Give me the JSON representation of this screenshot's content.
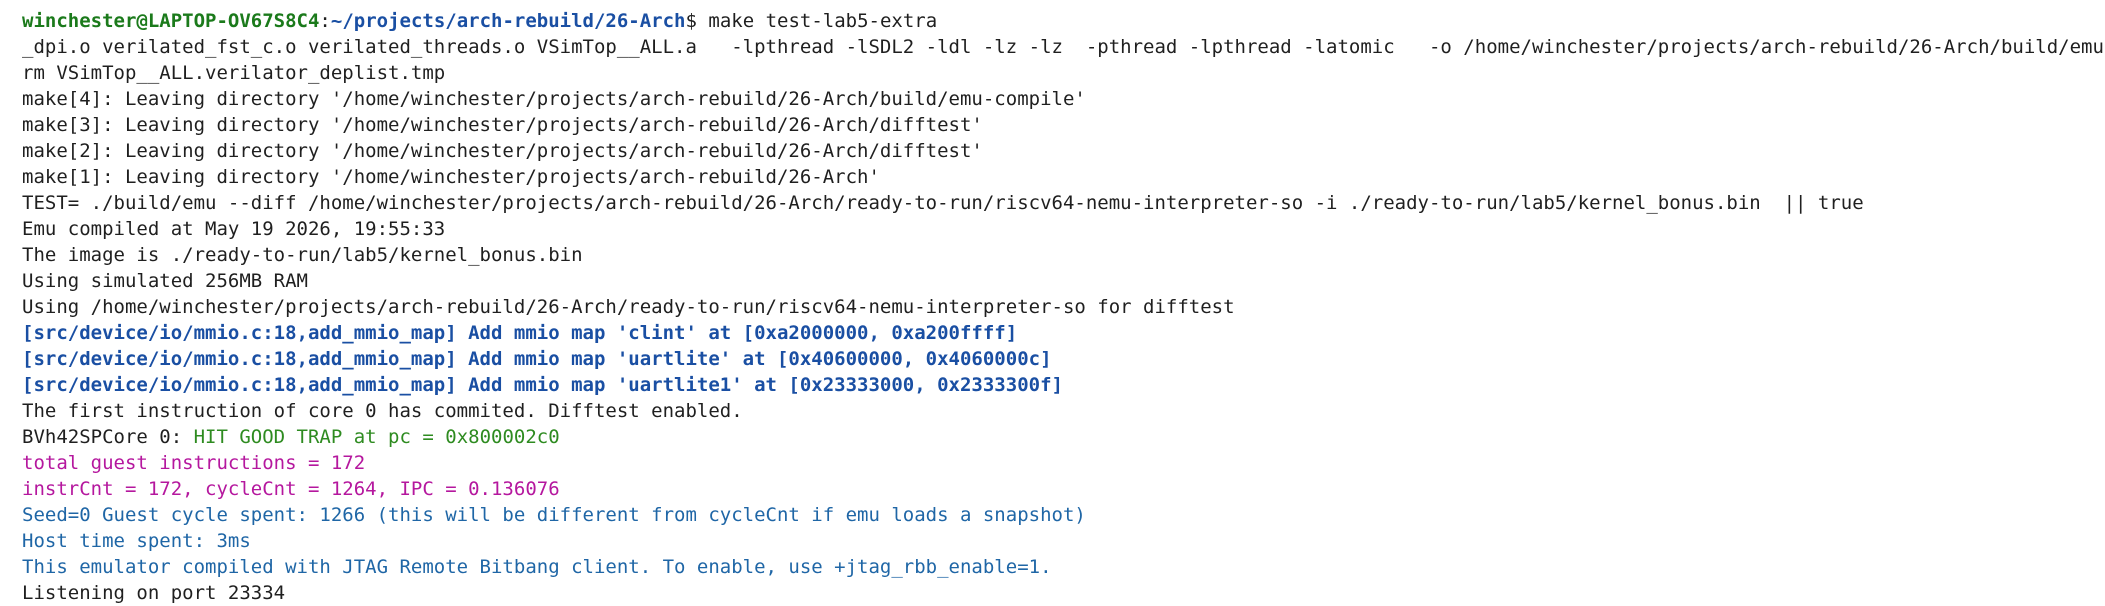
{
  "prompt": {
    "user_host": "winchester@LAPTOP-OV67S8C4",
    "separator": ":",
    "path": "~/projects/arch-rebuild/26-Arch",
    "symbol": "$",
    "command": " make test-lab5-extra"
  },
  "lines": [
    "_dpi.o verilated_fst_c.o verilated_threads.o VSimTop__ALL.a   -lpthread -lSDL2 -ldl -lz -lz  -pthread -lpthread -latomic   -o /home/winchester/projects/arch-rebuild/26-Arch/build/emu",
    "rm VSimTop__ALL.verilator_deplist.tmp",
    "make[4]: Leaving directory '/home/winchester/projects/arch-rebuild/26-Arch/build/emu-compile'",
    "make[3]: Leaving directory '/home/winchester/projects/arch-rebuild/26-Arch/difftest'",
    "make[2]: Leaving directory '/home/winchester/projects/arch-rebuild/26-Arch/difftest'",
    "make[1]: Leaving directory '/home/winchester/projects/arch-rebuild/26-Arch'",
    "TEST= ./build/emu --diff /home/winchester/projects/arch-rebuild/26-Arch/ready-to-run/riscv64-nemu-interpreter-so -i ./ready-to-run/lab5/kernel_bonus.bin  || true",
    "Emu compiled at May 19 2026, 19:55:33",
    "The image is ./ready-to-run/lab5/kernel_bonus.bin",
    "Using simulated 256MB RAM",
    "Using /home/winchester/projects/arch-rebuild/26-Arch/ready-to-run/riscv64-nemu-interpreter-so for difftest"
  ],
  "mmio_lines": [
    "[src/device/io/mmio.c:18,add_mmio_map] Add mmio map 'clint' at [0xa2000000, 0xa200ffff]",
    "[src/device/io/mmio.c:18,add_mmio_map] Add mmio map 'uartlite' at [0x40600000, 0x4060000c]",
    "[src/device/io/mmio.c:18,add_mmio_map] Add mmio map 'uartlite1' at [0x23333000, 0x2333300f]"
  ],
  "first_instruction": "The first instruction of core 0 has commited. Difftest enabled.",
  "trap": {
    "prefix": "BVh42SPCore 0: ",
    "message": "HIT GOOD TRAP at pc = 0x800002c0"
  },
  "stats": [
    "total guest instructions = 172",
    "instrCnt = 172, cycleCnt = 1264, IPC = 0.136076"
  ],
  "info_lines": [
    "Seed=0 Guest cycle spent: 1266 (this will be different from cycleCnt if emu loads a snapshot)",
    "Host time spent: 3ms"
  ],
  "tail_lines": [
    "This emulator compiled with JTAG Remote Bitbang client. To enable, use +jtag_rbb_enable=1.",
    "Listening on port 23334"
  ],
  "colors": {
    "background": "#ffffff",
    "text": "#1f1f1f",
    "prompt_user": "#1b7a1b",
    "prompt_path": "#1a4fa3",
    "mmio": "#1a4fa3",
    "trap": "#2e8b20",
    "stats": "#b5179e",
    "info": "#1f66a6"
  }
}
